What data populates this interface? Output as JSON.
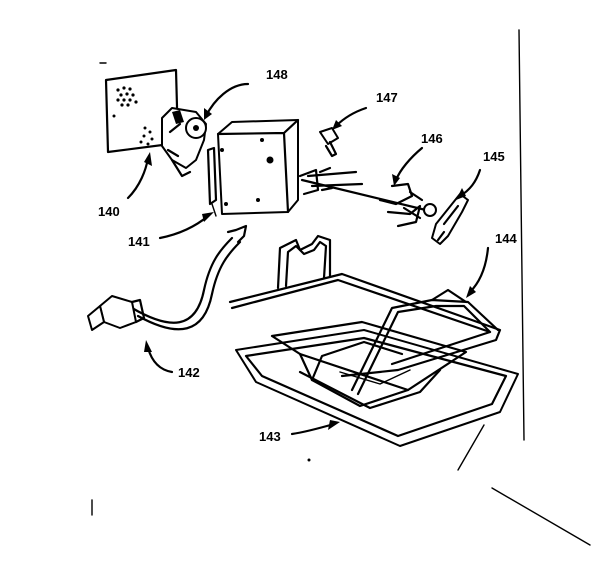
{
  "labels": {
    "l140": "140",
    "l141": "141",
    "l142": "142",
    "l143": "143",
    "l144": "144",
    "l145": "145",
    "l146": "146",
    "l147": "147",
    "l148": "148"
  }
}
